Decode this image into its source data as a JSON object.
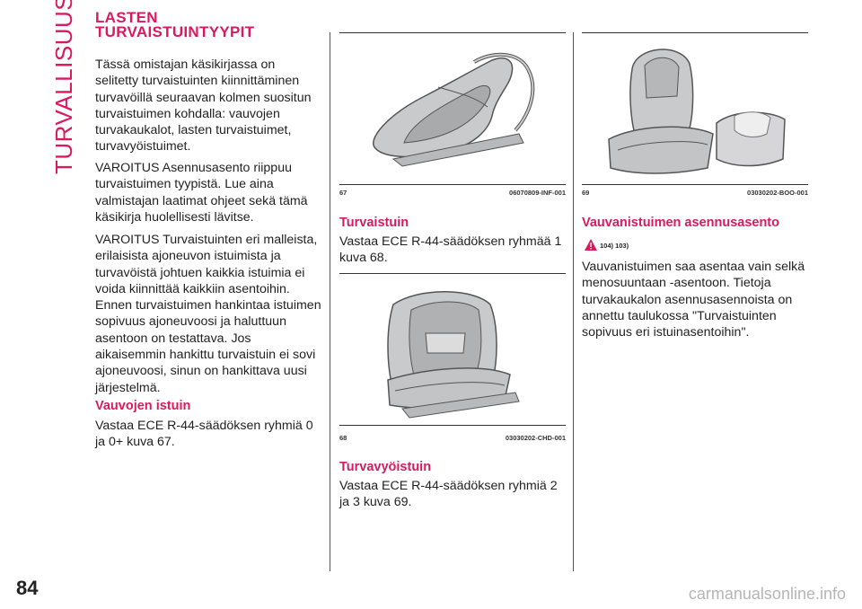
{
  "side_label": "TURVALLISUUS",
  "page_number": "84",
  "col1": {
    "heading_line1": "LASTEN",
    "heading_line2": "TURVAISTUINTYYPIT",
    "intro": "Tässä omistajan käsikirjassa on selitetty turvaistuinten kiinnittäminen turvavöillä seuraavan kolmen suositun turvaistuimen kohdalla: vauvojen turvakaukalot, lasten turvaistuimet, turvavyöistuimet.",
    "warning1": "VAROITUS Asennusasento riippuu turvaistuimen tyypistä. Lue aina valmistajan laatimat ohjeet sekä tämä käsikirja huolellisesti lävitse.",
    "warning2": "VAROITUS Turvaistuinten eri malleista, erilaisista ajoneuvon istuimista ja turvavöistä johtuen kaikkia istuimia ei voida kiinnittää kaikkiin asentoihin. Ennen turvaistuimen hankintaa istuimen sopivuus ajoneuvoosi ja haluttuun asentoon on testattava. Jos aikaisemmin hankittu turvaistuin ei sovi ajoneuvoosi, sinun on hankittava uusi järjestelmä.",
    "sub_heading": "Vauvojen istuin",
    "sub_text": "Vastaa ECE R-44-säädöksen ryhmiä 0 ja 0+ kuva 67."
  },
  "col2": {
    "fig67_num": "67",
    "fig67_code": "06070809-INF-001",
    "heading1": "Turvaistuin",
    "text1": "Vastaa ECE R-44-säädöksen ryhmää 1 kuva 68.",
    "fig68_num": "68",
    "fig68_code": "03030202-CHD-001",
    "heading2": "Turvavyöistuin",
    "text2": "Vastaa ECE R-44-säädöksen ryhmiä 2 ja 3 kuva 69."
  },
  "col3": {
    "fig69_num": "69",
    "fig69_code": "03030202-BOO-001",
    "heading": "Vauvanistuimen asennusasento",
    "warn_refs": "104) 103)",
    "text": "Vauvanistuimen saa asentaa vain selkä menosuuntaan -asentoon. Tietoja turvakaukalon asennusasennoista on annettu taulukossa \"Turvaistuinten sopivuus eri istuinasentoihin\"."
  },
  "footer_mark": "carmanualsonline.info",
  "colors": {
    "accent": "#d91a5e",
    "figure_fill": "#c9cacc"
  },
  "icons": [
    "warning-triangle-icon"
  ]
}
